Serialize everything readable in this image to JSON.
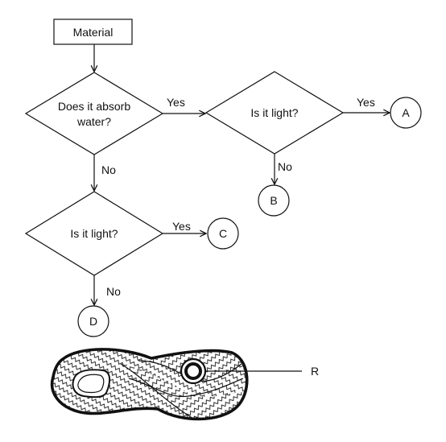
{
  "flowchart": {
    "start": {
      "label": "Material"
    },
    "decision_absorb": {
      "line1": "Does it absorb",
      "line2": "water?"
    },
    "decision_light_top": {
      "label": "Is it light?"
    },
    "decision_light_bottom": {
      "label": "Is it light?"
    },
    "outcomes": {
      "a": "A",
      "b": "B",
      "c": "C",
      "d": "D"
    },
    "edges": {
      "absorb_yes": "Yes",
      "absorb_no": "No",
      "light_top_yes": "Yes",
      "light_top_no": "No",
      "light_bottom_yes": "Yes",
      "light_bottom_no": "No"
    }
  },
  "shoe_sole": {
    "pointer_label": "R"
  },
  "colors": {
    "stroke": "#111111",
    "background": "#ffffff"
  }
}
